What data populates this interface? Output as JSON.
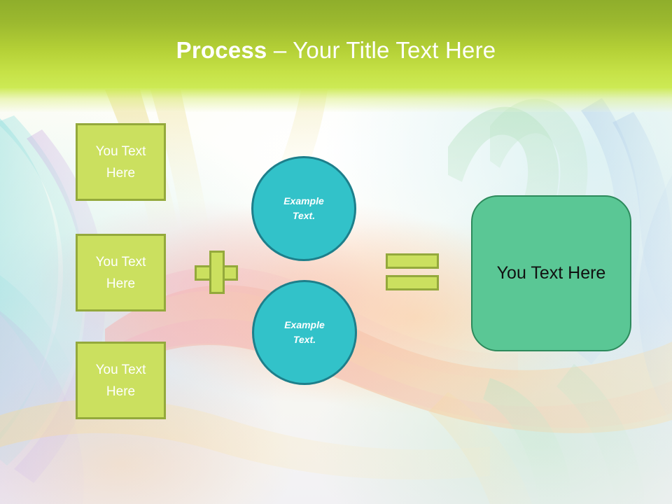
{
  "slide": {
    "title": {
      "bold_part": "Process",
      "rest_part": "– Your Title Text Here"
    },
    "inputs": [
      {
        "label": "You Text Here"
      },
      {
        "label": "You Text Here"
      },
      {
        "label": "You Text Here"
      }
    ],
    "operators": {
      "plus": "+",
      "equals": "="
    },
    "middle_circles": [
      {
        "label": "Example Text."
      },
      {
        "label": "Example Text."
      }
    ],
    "result": {
      "label": "You Text Here"
    }
  },
  "colors": {
    "header_top": "#8fae2b",
    "header_bottom": "#cdea55",
    "box_fill": "#cbe05f",
    "box_border": "#94a93c",
    "circle_fill": "#32c2c9",
    "circle_border": "#1d7f8b",
    "result_fill": "#5ac795",
    "result_border": "#2d8a5c",
    "title_text": "#ffffff",
    "box_text": "#ffffff",
    "result_text": "#111111"
  }
}
